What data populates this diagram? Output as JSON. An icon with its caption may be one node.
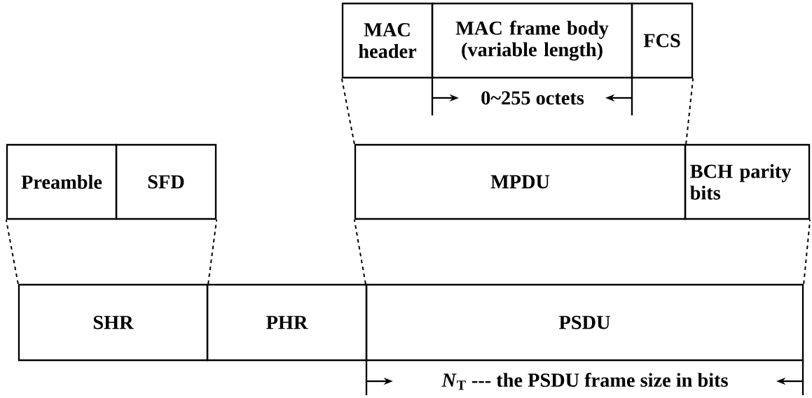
{
  "diagram": {
    "nodes": [
      {
        "text": [
          "MAC header"
        ]
      },
      {
        "text": [
          "MAC frame body (variable length)"
        ]
      },
      {
        "text": [
          "FCS"
        ]
      },
      {
        "text": [
          "Preamble"
        ]
      },
      {
        "text": [
          "SFD"
        ]
      },
      {
        "text": [
          "MPDU"
        ]
      },
      {
        "text": [
          "BCH parity bits"
        ]
      },
      {
        "text": [
          "SHR"
        ]
      },
      {
        "text": [
          "PHR"
        ]
      },
      {
        "text": [
          "PSDU"
        ]
      }
    ],
    "edges": [
      {
        "from": 5,
        "to": 0,
        "arrow": "none",
        "style": "dashed"
      },
      {
        "from": 5,
        "to": 2,
        "arrow": "none",
        "style": "dashed"
      },
      {
        "from": 7,
        "to": 3,
        "arrow": "none",
        "style": "dashed"
      },
      {
        "from": 7,
        "to": 4,
        "arrow": "none",
        "style": "dashed"
      },
      {
        "from": 9,
        "to": 5,
        "arrow": "none",
        "style": "dashed"
      },
      {
        "from": 9,
        "to": 6,
        "arrow": "none",
        "style": "dashed"
      }
    ],
    "labels": [
      "0~255 octets",
      "*N*$_{T}$ --- the PSDU frame size in bits"
    ]
  }
}
